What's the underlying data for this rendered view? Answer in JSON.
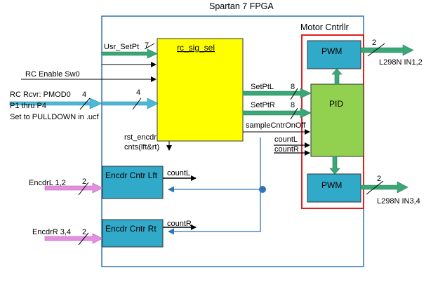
{
  "title": "Spartan 7 FPGA",
  "motor_controller_label": "Motor Cntrllr",
  "blocks": {
    "rc_sig_sel": "rc_sig_sel",
    "pwm_top": "PWM",
    "pid": "PID",
    "pwm_bottom": "PWM",
    "encdr_lft": "Encdr Cntr Lft",
    "encdr_rt": "Encdr Cntr Rt"
  },
  "inputs": {
    "usr_setpt": "Usr_SetPt",
    "usr_setpt_width": "7",
    "rc_enable": "RC Enable Sw0",
    "rc_rcvr_line1": "RC Rcvr: PMOD0",
    "rc_rcvr_line2": "P1 thru P4",
    "rc_rcvr_line3": "Set to PULLDOWN in .ucf",
    "rc_rcvr_width": "4",
    "rc_internal_width": "4",
    "encdrl": "EncdrL 1,2",
    "encdrl_width": "2",
    "encdrr": "EncdrR 3,4",
    "encdrr_width": "2"
  },
  "signals": {
    "setptl": "SetPtL",
    "setptl_width": "8",
    "setptr": "SetPtR",
    "setptr_width": "8",
    "sample": "sampleCntrOnOff",
    "rst_encdr_line1": "rst_encdr",
    "rst_encdr_line2": "cnts(lft&rt)",
    "countl": "countL",
    "countr": "countR",
    "countl_out": "countL",
    "countr_out": "countR"
  },
  "outputs": {
    "l298n_top": "L298N IN1,2",
    "l298n_top_width": "2",
    "l298n_bottom": "L298N IN3,4",
    "l298n_bottom_width": "2"
  },
  "colors": {
    "fpga_border": "#2e75b6",
    "motor_border": "#e02020",
    "rc_sig_sel_fill": "#ffff00",
    "pwm_fill": "#31a9c9",
    "pid_fill": "#92d050",
    "encdr_fill": "#31a9c9",
    "green_arrow": "#3aa776",
    "blue_arrow": "#4bb8d8",
    "pink_arrow": "#e48ee0",
    "feedback_line": "#2e75b6"
  }
}
